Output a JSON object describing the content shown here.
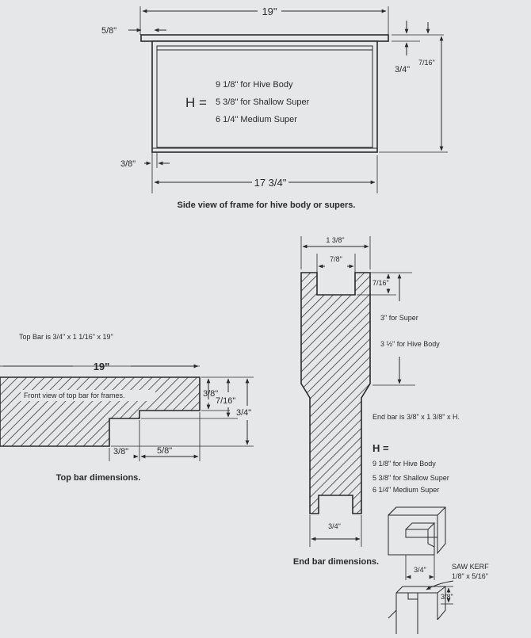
{
  "side_view": {
    "width_total": "19\"",
    "ear": "5/8\"",
    "top_bar_thickness": "3/4\"",
    "top_bar_thickness_inner": "7/16\"",
    "height_label": "H =",
    "heights": [
      "9 1/8\" for Hive Body",
      "5 3/8\" for Shallow Super",
      "6 1/4\" Medium Super"
    ],
    "end_thickness": "3/8\"",
    "inner_length": "17 3/4\"",
    "caption": "Side view of frame for hive body or supers."
  },
  "top_bar": {
    "spec": "Top Bar is 3/4\" x 1 1/16\" x 19\"",
    "length": "19\"",
    "inner_text": "Front view of top bar for frames.",
    "dim_3_8": "3/8\"",
    "dim_7_16": "7/16\"",
    "dim_3_4": "3/4\"",
    "bottom_3_8": "3/8\"",
    "bottom_5_8": "5/8\"",
    "caption": "Top bar dimensions."
  },
  "end_bar": {
    "width": "1 3/8\"",
    "notch": "7/8\"",
    "notch_depth": "7/16\"",
    "super": "3\" for Super",
    "hive_body": "3 ½\" for Hive Body",
    "spec": "End bar is 3/8\" x 1 3/8\" x H.",
    "height_label": "H =",
    "heights": [
      "9 1/8\" for Hive Body",
      "5 3/8\" for Shallow Super",
      "6 1/4\"  Medium Super"
    ],
    "bottom": "3/4\"",
    "caption": "End bar dimensions."
  },
  "kerf": {
    "dim_3_4": "3/4\"",
    "label": "SAW KERF",
    "size": "1/8\" x 5/16\"",
    "dim_3_8": "3/8\""
  }
}
